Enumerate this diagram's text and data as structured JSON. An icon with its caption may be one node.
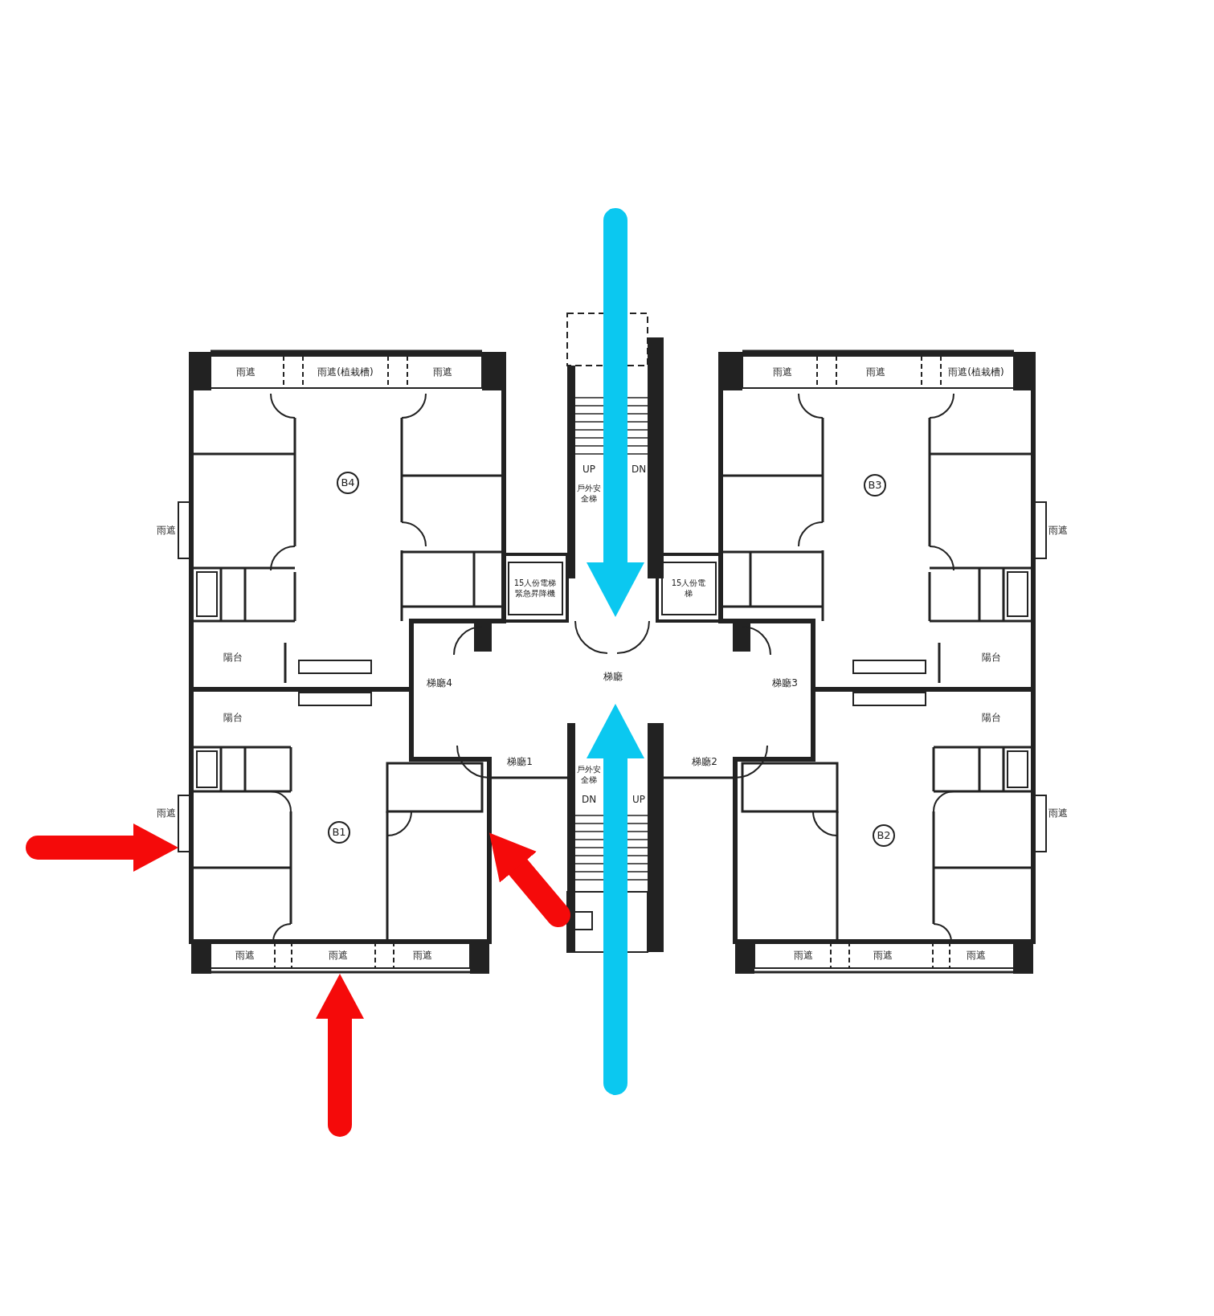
{
  "diagram": {
    "nodes": [
      {
        "text": [
          "B4"
        ]
      },
      {
        "text": [
          "B3"
        ]
      },
      {
        "text": [
          "梯廳"
        ]
      },
      {
        "text": [
          "B1"
        ]
      },
      {
        "text": [
          "B2"
        ]
      }
    ],
    "edges": [
      {
        "from": null,
        "to": 2,
        "arrow": "to",
        "color": "#0bc8f0"
      },
      {
        "from": null,
        "to": 2,
        "arrow": "to",
        "color": "#0bc8f0"
      },
      {
        "from": null,
        "to": 3,
        "arrow": "to"
      },
      {
        "from": null,
        "to": 3,
        "arrow": "to"
      },
      {
        "from": null,
        "to": 3,
        "arrow": "to"
      }
    ],
    "labels": [
      "雨遮",
      "雨遮(植栽槽)",
      "雨遮",
      "雨遮",
      "雨遮",
      "雨遮(植栽槽)",
      "UP",
      "DN",
      "戶外安全梯",
      "雨遮",
      "雨遮",
      "15人份電梯緊急昇降機",
      "15人份電梯",
      "陽台",
      "陽台",
      "梯廳4",
      "梯廳3",
      "陽台",
      "陽台",
      "戶外安全梯",
      "梯廳1",
      "梯廳2",
      "DN",
      "UP",
      "雨遮",
      "雨遮",
      "雨遮",
      "雨遮",
      "雨遮",
      "雨遮",
      "雨遮",
      "雨遮"
    ]
  }
}
